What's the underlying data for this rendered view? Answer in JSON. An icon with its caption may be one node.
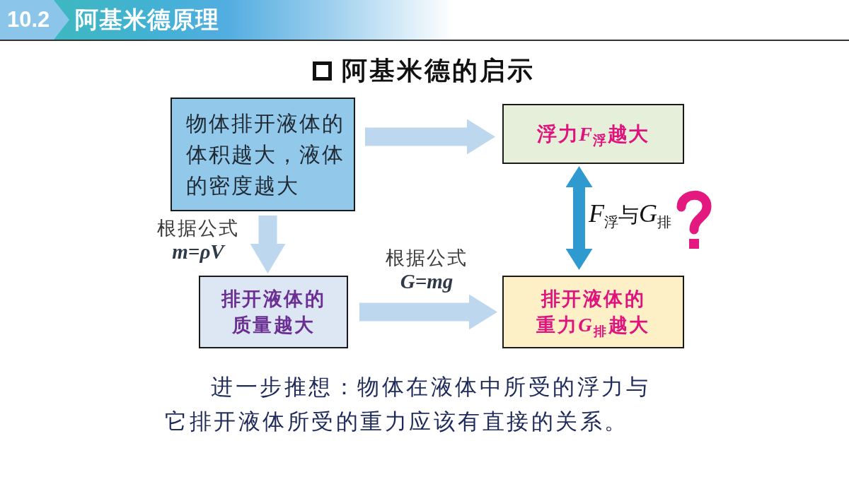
{
  "diagram": {
    "title": "阿基米德的启示",
    "caption": "进一步推想：物体在液体中所受的浮力与它排开液体所受的重力应该有直接的关系。",
    "nodes": [
      {
        "text": [
          "物体排开液体的体积越大，液体的密度越大"
        ]
      },
      {
        "text": [
          "浮力F$_{浮}$越大"
        ]
      },
      {
        "text": [
          "排开液体的质量越大"
        ]
      },
      {
        "text": [
          "排开液体的重力G$_{排}$越大"
        ]
      }
    ],
    "edges": [
      {
        "from": 0,
        "to": 1,
        "arrow": "to"
      },
      {
        "from": 0,
        "to": 2,
        "arrow": "to",
        "label": "根据公式 *m=ρV*"
      },
      {
        "from": 2,
        "to": 3,
        "arrow": "to",
        "label": "根据公式 *G=mg*"
      },
      {
        "from": 1,
        "to": 3,
        "arrow": "both",
        "label": "F$_{浮}$与G$_{排}$",
        "color": "#2e9ad0"
      }
    ],
    "labels": [
      "10.2",
      "阿基米德原理"
    ]
  }
}
